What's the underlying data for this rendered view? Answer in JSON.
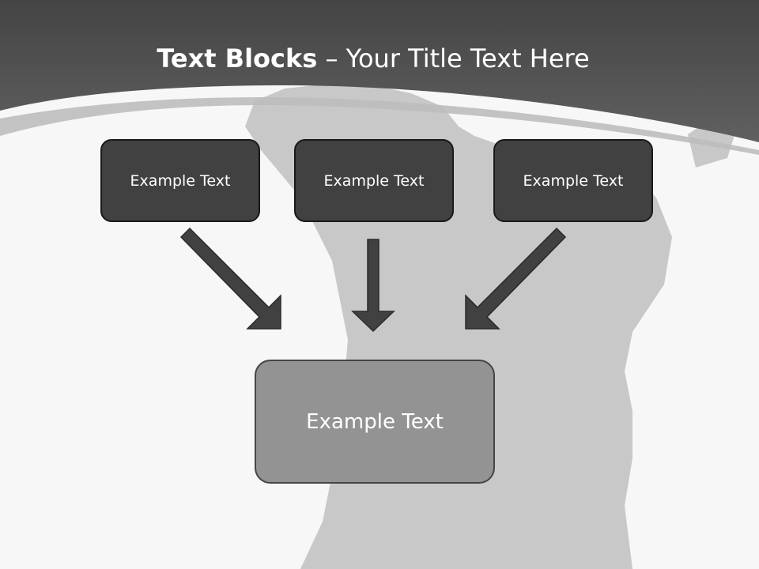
{
  "title": {
    "bold": "Text Blocks",
    "rest": " – Your Title Text Here"
  },
  "blocks": [
    {
      "label": "Example Text"
    },
    {
      "label": "Example Text"
    },
    {
      "label": "Example Text"
    }
  ],
  "target": {
    "label": "Example Text"
  },
  "colors": {
    "header": "#4d4d4d",
    "background": "#f7f7f7",
    "silhouette": "#c8c8c8",
    "block_fill": "#414141",
    "target_fill": "#939393",
    "arrow": "#414141"
  }
}
